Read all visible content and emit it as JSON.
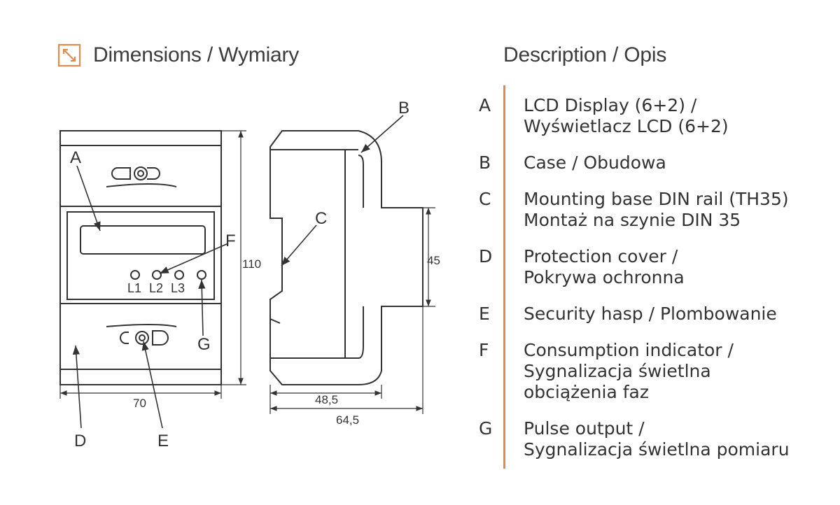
{
  "accent_color": "#e48a4d",
  "dimensions": {
    "icon": "resize-diagonal-icon",
    "title": "Dimensions / Wymiary",
    "front_labels": {
      "A": "A",
      "D": "D",
      "E": "E",
      "F": "F",
      "G": "G",
      "L1": "L1",
      "L2": "L2",
      "L3": "L3"
    },
    "side_labels": {
      "B": "B",
      "C": "C"
    },
    "measurements": {
      "width": "70",
      "height": "110",
      "depth_body": "48,5",
      "depth_total": "64,5",
      "rail": "45"
    }
  },
  "description": {
    "title": "Description / Opis",
    "items": [
      {
        "letter": "A",
        "lines": [
          "LCD Display (6+2) /",
          "Wyświetlacz LCD (6+2)"
        ]
      },
      {
        "letter": "B",
        "lines": [
          "Case / Obudowa"
        ]
      },
      {
        "letter": "C",
        "lines": [
          "Mounting base DIN rail (TH35)",
          "Montaż na szynie DIN 35"
        ]
      },
      {
        "letter": "D",
        "lines": [
          "Protection cover /",
          "Pokrywa ochronna"
        ]
      },
      {
        "letter": "E",
        "lines": [
          "Security hasp / Plombowanie"
        ]
      },
      {
        "letter": "F",
        "lines": [
          "Consumption indicator /",
          "Sygnalizacja świetlna",
          "obciążenia faz"
        ]
      },
      {
        "letter": "G",
        "lines": [
          "Pulse output /",
          "Sygnalizacja świetlna pomiaru"
        ]
      }
    ]
  }
}
